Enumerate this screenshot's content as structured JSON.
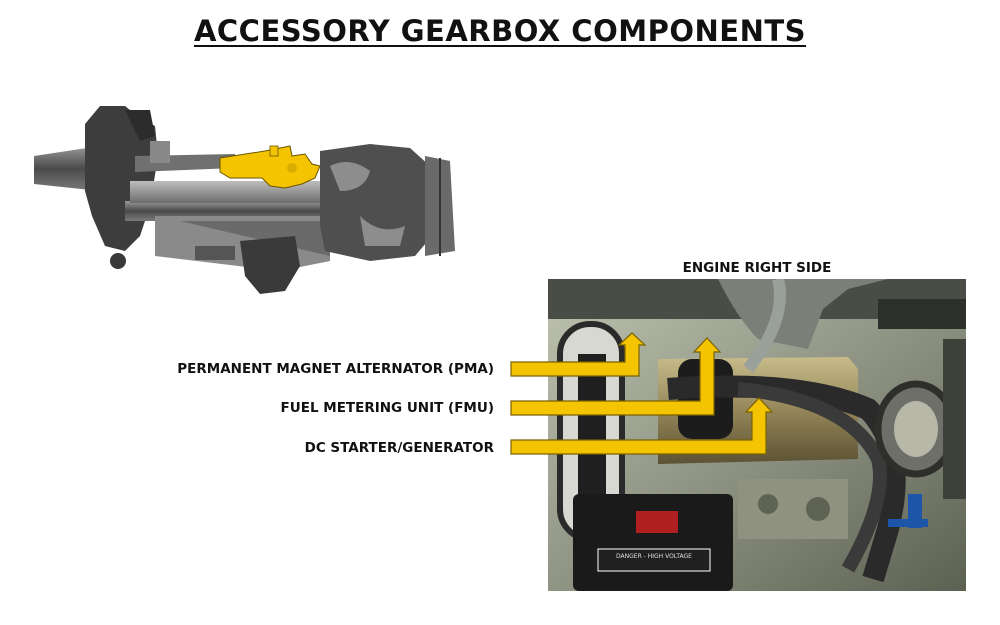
{
  "title": "ACCESSORY GEARBOX COMPONENTS",
  "photo_label": "ENGINE RIGHT SIDE",
  "callouts": [
    {
      "label": "PERMANENT MAGNET ALTERNATOR (PMA)"
    },
    {
      "label": "FUEL METERING UNIT (FMU)"
    },
    {
      "label": "DC STARTER/GENERATOR"
    }
  ],
  "photo_placard": "DANGER - HIGH VOLTAGE",
  "colors": {
    "highlight": "#f5c400",
    "arrow_outline": "#7a6200",
    "engine_gray": "#5a5a5a"
  }
}
